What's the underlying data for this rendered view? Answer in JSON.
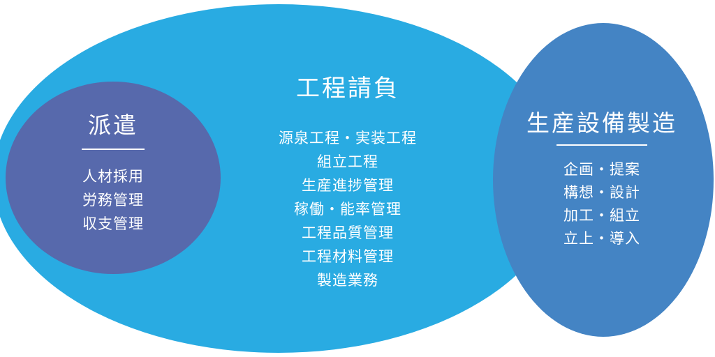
{
  "background_color": "#FFFFFF",
  "text_color": "#FFFFFF",
  "diagram": {
    "center": {
      "title": "工程請負",
      "color": "#29ABE2",
      "items": [
        "源泉工程・実装工程",
        "組立工程",
        "生産進捗管理",
        "稼働・能率管理",
        "工程品質管理",
        "工程材料管理",
        "製造業務"
      ]
    },
    "left": {
      "title": "派遣",
      "color": "#5769AC",
      "items": [
        "人材採用",
        "労務管理",
        "収支管理"
      ]
    },
    "right": {
      "title": "生産設備製造",
      "color": "#4484C4",
      "items": [
        "企画・提案",
        "構想・設計",
        "加工・組立",
        "立上・導入"
      ]
    }
  }
}
